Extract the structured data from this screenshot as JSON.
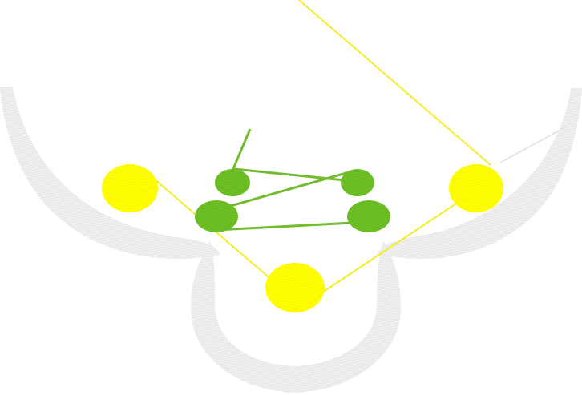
{
  "colors": {
    "background": "#ffffff",
    "outline": "#eeeeee",
    "outline_hatch": "#e2e2e2",
    "yellow": "#ffff00",
    "yellow_line": "#f2ee2a",
    "green": "#6cbf24",
    "green_line": "#72bc2f"
  },
  "nodes": {
    "yellow": [
      "left",
      "bottom",
      "right"
    ],
    "green": [
      "upper-left",
      "upper-right",
      "lower-left",
      "lower-right"
    ]
  }
}
